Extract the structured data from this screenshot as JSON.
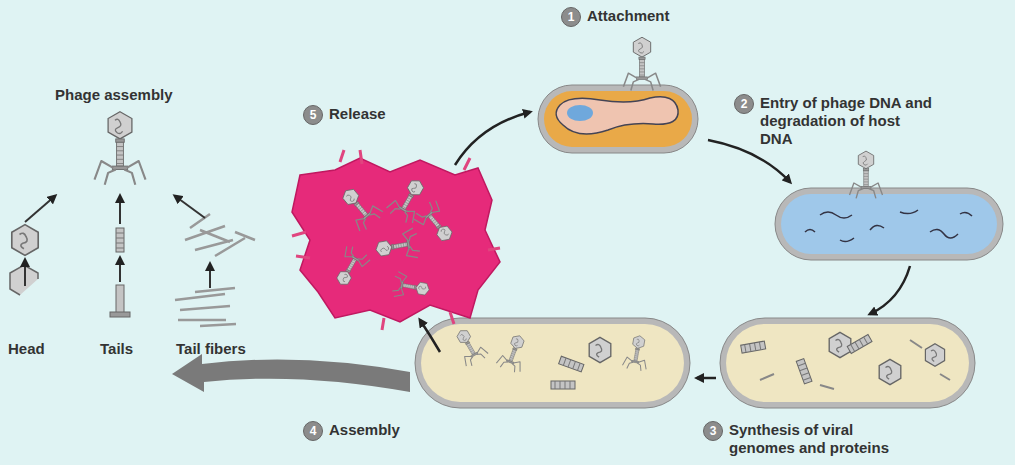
{
  "diagram": {
    "nodes": [
      {
        "text": [
          "1",
          "Attachment"
        ]
      },
      {
        "text": [
          "2",
          "Entry of phage DNA and degradation of host DNA"
        ]
      },
      {
        "text": [
          "3",
          "Synthesis of viral genomes and proteins"
        ]
      },
      {
        "text": [
          "4",
          "Assembly"
        ]
      },
      {
        "text": [
          "5",
          "Release"
        ]
      }
    ],
    "edges": [],
    "labels": [
      "Phage assembly",
      "Head",
      "Tails",
      "Tail fibers"
    ]
  }
}
